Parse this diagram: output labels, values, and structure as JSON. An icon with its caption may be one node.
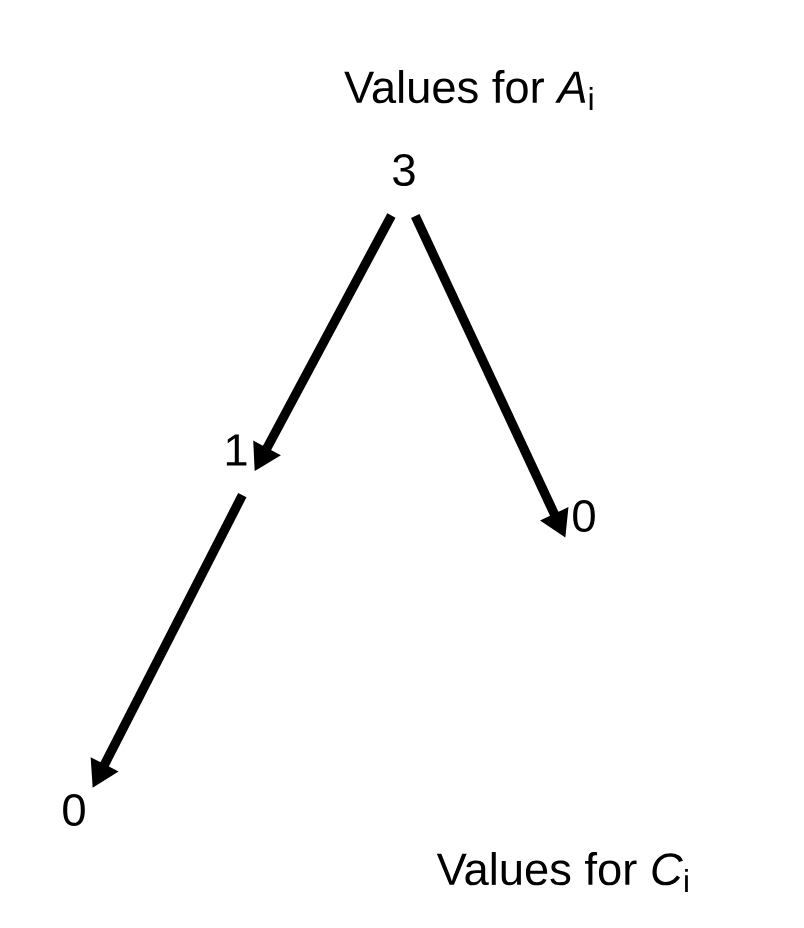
{
  "diagram": {
    "title": "Values for *A*$_{i}$",
    "nodes": [
      {
        "text": [
          "3"
        ]
      },
      {
        "text": [
          "1"
        ]
      },
      {
        "text": [
          "0"
        ]
      },
      {
        "text": [
          "0"
        ]
      }
    ],
    "edges": [
      {
        "from": 0,
        "to": 1,
        "arrow": "to"
      },
      {
        "from": 0,
        "to": 2,
        "arrow": "to"
      },
      {
        "from": 1,
        "to": 3,
        "arrow": "to"
      }
    ],
    "caption": "Values for *C*$_{i}$"
  }
}
